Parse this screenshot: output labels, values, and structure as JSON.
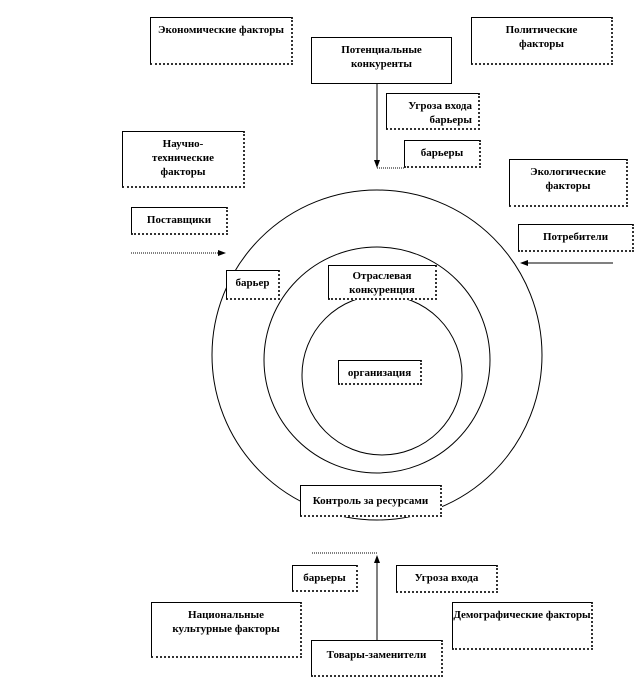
{
  "boxes": {
    "economic": "Экономические факторы",
    "potential_competitors": "Потенциальные конкуренты",
    "political": "Политические факторы",
    "entry_threat_barriers": "Угроза входа барьеры",
    "barriers_top": "барьеры",
    "sci_tech": "Научно-технические факторы",
    "ecological": "Экологические факторы",
    "suppliers": "Поставщики",
    "consumers": "Потребители",
    "barrier": "барьер",
    "industry_competition": "Отраслевая конкуренция",
    "organization": "организация",
    "resource_control": "Контроль за ресурсами",
    "barriers_bottom": "барьеры",
    "entry_threat": "Угроза входа",
    "national_cultural": "Национальные культурные факторы",
    "demographic": "Демографические факторы",
    "substitutes": "Товары-заменители"
  }
}
